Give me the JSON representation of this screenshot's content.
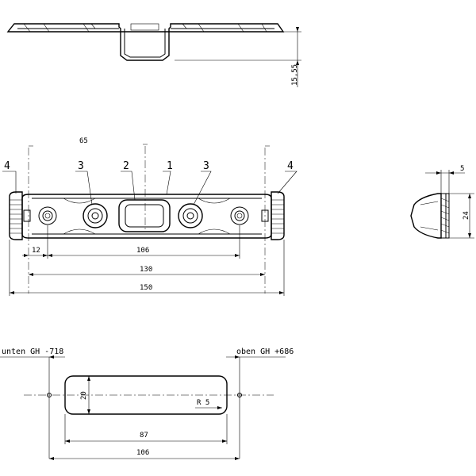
{
  "drawing": {
    "dimensions": {
      "height": "15,55",
      "offset_65": "65",
      "d12": "12",
      "d106": "106",
      "d130": "130",
      "d150": "150",
      "side_width": "5",
      "side_height": "24",
      "slot_height": "20",
      "slot_length": "87",
      "slot_total": "106",
      "radius": "R 5"
    },
    "item_labels": [
      "4",
      "3",
      "2",
      "1",
      "3",
      "4"
    ],
    "notes": {
      "left": "unten GH -718",
      "right": "oben GH +686"
    }
  }
}
